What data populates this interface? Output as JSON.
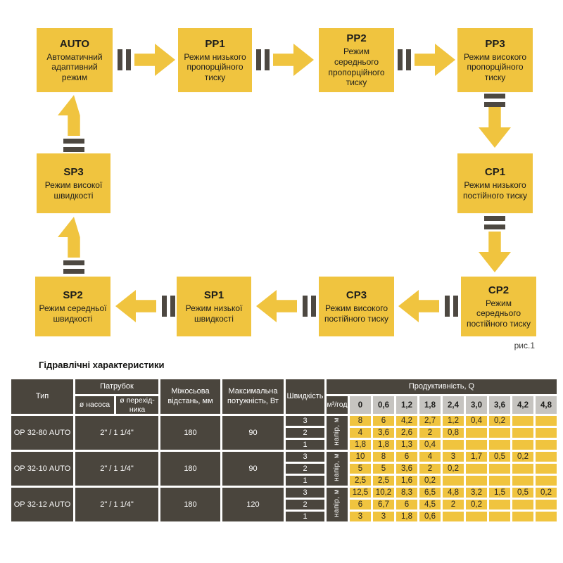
{
  "diagram": {
    "caption": "рис.1",
    "nodes": [
      {
        "id": "auto",
        "code": "AUTO",
        "label": "Автоматичний адаптивний режим"
      },
      {
        "id": "pp1",
        "code": "PP1",
        "label": "Режим низького пропорційного тиску"
      },
      {
        "id": "pp2",
        "code": "PP2",
        "label": "Режим середнього пропорційного тиску"
      },
      {
        "id": "pp3",
        "code": "PP3",
        "label": "Режим високого пропорційного тиску"
      },
      {
        "id": "cp1",
        "code": "CP1",
        "label": "Режим низького постійного тиску"
      },
      {
        "id": "cp2",
        "code": "CP2",
        "label": "Режим середнього постійного тиску"
      },
      {
        "id": "cp3",
        "code": "CP3",
        "label": "Режим високого постійного тиску"
      },
      {
        "id": "sp1",
        "code": "SP1",
        "label": "Режим низької швидкості"
      },
      {
        "id": "sp2",
        "code": "SP2",
        "label": "Режим середньої швидкості"
      },
      {
        "id": "sp3",
        "code": "SP3",
        "label": "Режим високої швидкості"
      }
    ]
  },
  "table": {
    "title": "Гідравлічні характеристики",
    "headers": {
      "type": "Тип",
      "pipes": "Патрубок",
      "pump_d": "ø насоса",
      "adapter_d": "ø перехід- ника",
      "distance": "Міжосьова відстань, мм",
      "power": "Максимальна потужність, Вт",
      "speed": "Швидкість",
      "capacity": "Продуктивність, Q",
      "flow_unit": "м³/год",
      "head_unit": "напір, м",
      "flow_values": [
        "0",
        "0,6",
        "1,2",
        "1,8",
        "2,4",
        "3,0",
        "3,6",
        "4,2",
        "4,8"
      ]
    },
    "rows": [
      {
        "model": "ОР 32-80 AUTO",
        "connection": "2\" / 1 1/4\"",
        "distance": "180",
        "power": "90",
        "speeds": [
          {
            "speed": "3",
            "head": [
              "8",
              "6",
              "4,2",
              "2,7",
              "1,2",
              "0,4",
              "0,2",
              "",
              ""
            ]
          },
          {
            "speed": "2",
            "head": [
              "4",
              "3,6",
              "2,6",
              "2",
              "0,8",
              "",
              "",
              "",
              ""
            ]
          },
          {
            "speed": "1",
            "head": [
              "1,8",
              "1,8",
              "1,3",
              "0,4",
              "",
              "",
              "",
              "",
              ""
            ]
          }
        ]
      },
      {
        "model": "ОР 32-10 AUTO",
        "connection": "2\" / 1 1/4\"",
        "distance": "180",
        "power": "90",
        "speeds": [
          {
            "speed": "3",
            "head": [
              "10",
              "8",
              "6",
              "4",
              "3",
              "1,7",
              "0,5",
              "0,2",
              ""
            ]
          },
          {
            "speed": "2",
            "head": [
              "5",
              "5",
              "3,6",
              "2",
              "0,2",
              "",
              "",
              "",
              ""
            ]
          },
          {
            "speed": "1",
            "head": [
              "2,5",
              "2,5",
              "1,6",
              "0,2",
              "",
              "",
              "",
              "",
              ""
            ]
          }
        ]
      },
      {
        "model": "ОР 32-12 AUTO",
        "connection": "2\" / 1 1/4\"",
        "distance": "180",
        "power": "120",
        "speeds": [
          {
            "speed": "3",
            "head": [
              "12,5",
              "10,2",
              "8,3",
              "6,5",
              "4,8",
              "3,2",
              "1,5",
              "0,5",
              "0,2"
            ]
          },
          {
            "speed": "2",
            "head": [
              "6",
              "6,7",
              "6",
              "4,5",
              "2",
              "0,2",
              "",
              "",
              ""
            ]
          },
          {
            "speed": "1",
            "head": [
              "3",
              "3",
              "1,8",
              "0,6",
              "",
              "",
              "",
              "",
              ""
            ]
          }
        ]
      }
    ]
  },
  "colors": {
    "accent_yellow": "#F0C43F",
    "dark_cell": "#4A453D",
    "gray_cell": "#C6C4C0"
  }
}
